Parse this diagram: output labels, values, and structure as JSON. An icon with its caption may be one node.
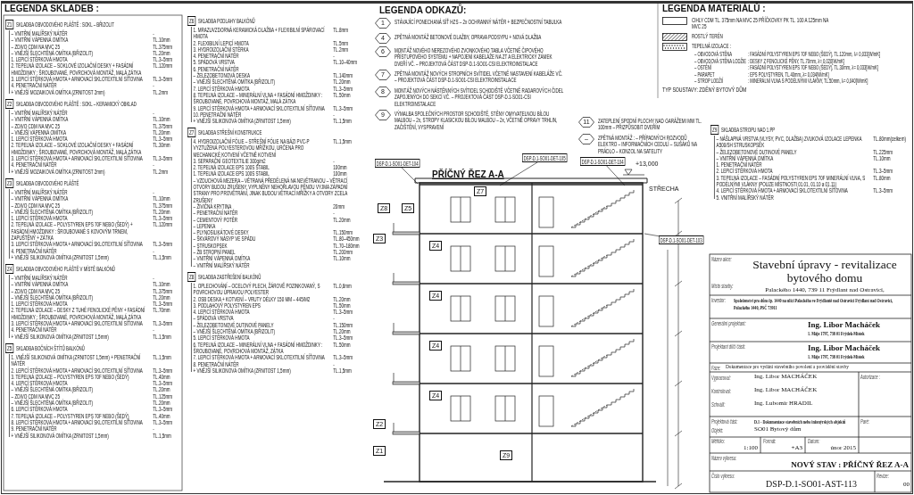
{
  "diagram": {
    "nodes": [
      {
        "text": [
          "Z1"
        ],
        "beside": [
          "SKLADBA OBVODOVÉHO PLÁŠTĚ : SOKL – BŘIZOLIT",
          "– VNITŘNÍ MALÍŘSKÝ NÁTĚR",
          "-",
          "– VNITŘNÍ VÁPENNÁ OMÍTKA",
          "TL.10mm",
          "– ZDIVO CDM NA MVC 25",
          "TL.375mm",
          "– VNĚJŠÍ ŠLECHTĚNÁ OMÍTKA (BŘIZOLIT)",
          "TL.20mm",
          "1. LEPICÍ STĚRKOVÁ HMOTA",
          "TL.3–5mm",
          "2. TEPELNÁ IZOLACE – SOKLOVÉ IZOLAČNÍ DESKY + FASÁDNÍ HMOŽDINKY : ŠROUBOVANÉ, POVRCHOVÁ MONTÁŽ, MALÁ ZÁTKA",
          "TL.120mm",
          "3. LEPICÍ STĚRKOVÁ HMOTA + ARMOVACÍ SKLOTEXTILNÍ SÍŤOVINA",
          "TL.3–5mm",
          "4. PENETRAČNÍ NÁTĚR",
          "-",
          "+ VNĚJŠÍ MOZAIKOVÁ OMÍTKA (ZRNITOST 2mm)",
          "TL.2mm"
        ]
      },
      {
        "text": [
          "Z2"
        ],
        "beside": [
          "SKLADBA OBVODOVÉHO PLÁŠTĚ : SOKL – KERAMICKÝ OBKLAD",
          "– VNITŘNÍ MALÍŘSKÝ NÁTĚR",
          "-",
          "– VNITŘNÍ VÁPENNÁ OMÍTKA",
          "TL.10mm",
          "– ZDIVO CDM NA MVC 25",
          "TL.375mm",
          "– VNĚJŠÍ VÁPENNÁ OMÍTKA",
          "TL.20mm",
          "1. LEPICÍ STĚRKOVÁ HMOTA",
          "TL.3–5mm",
          "2. TEPELNÁ IZOLACE – SOKLOVÉ IZOLAČNÍ DESKY + FASÁDNÍ HMOŽDINKY : ŠROUBOVANÉ, POVRCHOVÁ MONTÁŽ, MALÁ ZÁTKA",
          "TL.30mm",
          "3. LEPICÍ STĚRKOVÁ HMOTA + ARMOVACÍ SKLOTEXTILNÍ SÍŤOVINA",
          "TL.3–5mm",
          "4. PENETRAČNÍ NÁTĚR",
          "-",
          "+ VNĚJŠÍ MOZAIKOVÁ OMÍTKA (ZRNITOST 2mm)",
          "TL.2mm"
        ]
      },
      {
        "text": [
          "Z3"
        ],
        "beside": [
          "SKLADBA OBVODOVÉHO PLÁŠTĚ",
          "– VNITŘNÍ MALÍŘSKÝ NÁTĚR",
          "-",
          "– VNITŘNÍ VÁPENNÁ OMÍTKA",
          "TL.10mm",
          "– ZDIVO CDM NA MVC 25",
          "TL.375mm",
          "– VNĚJŠÍ ŠLECHTĚNÁ OMÍTKA (BŘIZOLIT)",
          "TL.20mm",
          "1. LEPICÍ STĚRKOVÁ HMOTA",
          "TL.3–5mm",
          "2. TEPELNÁ IZOLACE – POLYSTYREN EPS 70F NEBO (ŠEDÝ) + FASÁDNÍ HMOŽDINKY : ŠROUBOVANÉ S KOVOVÝM TRNEM, ZAPUŠTĚNÝ + ZÁTKA",
          "TL.120mm",
          "3. LEPICÍ STĚRKOVÁ HMOTA + ARMOVACÍ SKLOTEXTILNÍ SÍŤOVINA",
          "TL.3–5mm",
          "4. PENETRAČNÍ NÁTĚR",
          "-",
          "+ VNĚJŠÍ SILIKONOVÁ OMÍTKA (ZRNITOST 1,5mm)",
          "TL.1,5mm"
        ]
      },
      {
        "text": [
          "Z4"
        ],
        "beside": [
          "SKLADBA OBVODOVÉHO PLÁŠTĚ V MÍSTĚ BALKÓNŮ",
          "– VNITŘNÍ MALÍŘSKÝ NÁTĚR",
          "-",
          "– VNITŘNÍ VÁPENNÁ OMÍTKA",
          "TL.10mm",
          "– ZDIVO CDM NA MVC 25",
          "TL.375mm",
          "– VNĚJŠÍ ŠLECHTĚNÁ OMÍTKA (BŘIZOLIT)",
          "TL.20mm",
          "1. LEPICÍ STĚRKOVÁ HMOTA",
          "TL.3–5mm",
          "2. TEPELNÁ IZOLACE – DESKY Z TUHÉ FENOLICKÉ PĚNY + FASÁDNÍ HMOŽDINKY : ŠROUBOVANÉ, POVRCHOVÁ MONTÁŽ, MALÁ ZÁTKA",
          "TL.70mm",
          "3. LEPICÍ STĚRKOVÁ HMOTA + ARMOVACÍ SKLOTEXTILNÍ SÍŤOVINA",
          "TL.3–5mm",
          "4. PENETRAČNÍ NÁTĚR",
          "-",
          "+ VNĚJŠÍ SILIKONOVÁ OMÍTKA (ZRNITOST 1,5mm)",
          "TL.1,5mm"
        ]
      },
      {
        "text": [
          "Z5"
        ],
        "beside": [
          "SKLADBA BOČNÍCH ŠTÍTŮ BALKÓNŮ",
          "1. VNĚJŠÍ SILIKONOVÁ OMÍTKA (ZRNITOST 1,5mm) + PENETRAČNÍ NÁTĚR",
          "TL.1,5mm",
          "2. LEPICÍ STĚRKOVÁ HMOTA + ARMOVACÍ SKLOTEXTILNÍ SÍŤOVINA",
          "TL.3–5mm",
          "3. TEPELNÁ IZOLACE – POLYSTYREN EPS 70F NEBO (ŠEDÝ)",
          "TL.40mm",
          "4. LEPICÍ STĚRKOVÁ HMOTA",
          "TL.3–5mm",
          "– VNĚJŠÍ ŠLECHTĚNÁ OMÍTKA (BŘIZOLIT)",
          "TL.20mm",
          "– ZDIVO CDM NA MVC 25",
          "TL.125mm",
          "– VNĚJŠÍ ŠLECHTĚNÁ OMÍTKA (BŘIZOLIT)",
          "TL.20mm",
          "6. LEPICÍ STĚRKOVÁ HMOTA",
          "TL.3–5mm",
          "7. TEPELNÁ IZOLACE – POLYSTYREN EPS 70F NEBO (ŠEDÝ)",
          "TL.40mm",
          "8. LEPICÍ STĚRKOVÁ HMOTA + ARMOVACÍ SKLOTEXTILNÍ SÍŤOVINA",
          "TL.3–5mm",
          "9. PENETRAČNÍ NÁTĚR",
          "-",
          "+ VNĚJŠÍ SILIKONOVÁ OMÍTKA (ZRNITOST 1,5mm)",
          "TL.1,5mm"
        ]
      },
      {
        "text": [
          "Z6"
        ],
        "beside": [
          "SKLADBA PODLAHY BALKÓNŮ",
          "1. MRAZUVZDORNÁ KERAMICKÁ DLAŽBA + FLEXIBILNÍ SPÁROVACÍ HMOTA",
          "TL.8mm",
          "2. FLEXIBILNÍ LEPICÍ HMOTA",
          "TL.5mm",
          "3. HYDROIZOLAČNÍ STĚRKA",
          "TL.2mm",
          "4. PENETRAČNÍ NÁTĚR",
          "-",
          "5. SPÁDOVÁ VRSTVA",
          "TL.10–40mm",
          "6. PENETRAČNÍ NÁTĚR",
          "– ŽELEZOBETONOVÁ DESKA",
          "TL.140mm",
          "– VNĚJŠÍ ŠLECHTĚNÁ OMÍTKA (BŘIZOLIT)",
          "TL.20mm",
          "7. LEPICÍ STĚRKOVÁ HMOTA",
          "TL.3–5mm",
          "8. TEPELNÁ IZOLACE – MINERÁLNÍ VLNA + FASÁDNÍ HMOŽDINKY : ŠROUBOVANÉ, POVRCHOVÁ MONTÁŽ, MALÁ ZÁTKA",
          "TL.50mm",
          "9. LEPICÍ STĚRKOVÁ HMOTA + ARMOVACÍ SKLOTEXTILNÍ SÍŤOVINA",
          "TL.3–5mm",
          "10. PENETRAČNÍ NÁTĚR",
          "-",
          "+ VNĚJŠÍ SILIKONOVÁ OMÍTKA (ZRNITOST 1,5mm)",
          "TL.1,5mm"
        ]
      },
      {
        "text": [
          "Z7"
        ],
        "beside": [
          "SKLADBA STŘEŠNÍ KONSTRUKCE",
          "4. HYDROIZOLAČNÍ FÓLIE – STŘEŠNÍ FÓLIE NA BÁZI PVC-P VYZTUŽENÁ POLYESTEROVOU MŘÍŽKOU, URČENÁ PRO MECHANICKÉ KOTVENÍ VČETNĚ KOTVENÍ",
          "TL.1,5mm",
          "3. SEPARAČNÍ GEOTEXTILIE 300g/m2",
          "-",
          "2. TEPELNÁ IZOLACE EPS 100S STABIL",
          "100mm",
          "1. TEPELNÁ IZOLACE EPS 100S STABIL",
          "100mm",
          "– VZDUCHOVÁ MEZERA – VĚTRANÁ PŘEDĚLENÁ NA NEVĚTRANOU – VĚTRACÍ OTVORY BUDOU ZRUŠENY, VYPLNĚNY NEHOŘLAVOU PĚNOU VYJMA ZÁPADNÍ STRANY PRO PROVĚTRÁNÍ, JINAK BUDOU VĚTRACÍ MŘÍŽKY A OTVORY ZCELA ZRUŠENY",
          "– ŽIVIČNÁ KRYTINA",
          "20mm",
          "– PENETRAČNÍ NÁTĚR",
          "-",
          "– CEMENTOVÝ POTĚR",
          "TL.20mm",
          "– LEPENKA",
          "– PLYNOSILIKÁTOVÉ DESKY",
          "TL.150mm",
          "– ŠKVÁROVÝ NÁSYP VE SPÁDU",
          "TL.80–450mm",
          "– STRUSKOPSEK",
          "TL.70–180mm",
          "– ŽB STROPNÍ PANEL",
          "TL.200mm",
          "– VNITŘNÍ VÁPENNÁ OMÍTKA",
          "TL.10mm",
          "– VNITŘNÍ MALÍŘSKÝ NÁTĚR"
        ]
      },
      {
        "text": [
          "Z8"
        ],
        "beside": [
          "SKLADBA ZASTŘEŠENÍ BALKÓNŮ",
          "1. OPLECHOVÁNÍ – OCELOVÝ PLECH, ŽÁROVĚ POZINKOVANÝ, S POVRCHOVOU ÚPRAVOU POLYESTER",
          "TL.0,6mm",
          "2. OSB DESKA + KOTVENÍ – VRUTY DÉLKY 150 MM – 445/M2",
          "TL.20mm",
          "3. PODLAHOVÝ POLYSTYREN EPS",
          "TL.50mm",
          "4. LEPICÍ STĚRKOVÁ HMOTA",
          "TL.3–5mm",
          "– SPÁDOVÁ VRSTVA",
          "-",
          "– ŽELEZOBETONOVÉ DUTINOVÉ PANELY",
          "TL.150mm",
          "– VNĚJŠÍ ŠLECHTĚNÁ OMÍTKA (BŘIZOLIT)",
          "TL.20mm",
          "5. LEPICÍ STĚRKOVÁ HMOTA",
          "TL.3–5mm",
          "6. TEPELNÁ IZOLACE – MINERÁLNÍ VLNA + FASÁDNÍ HMOŽDINKY : ŠROUBOVANÉ, POVRCHOVÁ MONTÁŽ, ZÁTKA",
          "TL.50mm",
          "7. LEPICÍ STĚRKOVÁ HMOTA + ARMOVACÍ SKLOTEXTILNÍ SÍŤOVINA",
          "TL.3–5mm",
          "8. PENETRAČNÍ NÁTĚR",
          "-",
          "+ VNĚJŠÍ SILIKONOVÁ OMÍTKA (ZRNITOST 1,5mm)",
          "TL.1,5mm"
        ]
      },
      {
        "text": [
          "Z9"
        ],
        "beside": [
          "SKLADBA STROPU NAD 1.PP",
          "– NÁŠLAPNÁ VRSTVA (VLYSY, PVC, DLAŽBA) ZVUKOVÁ IZOLACE LEPENKA A500/SH STRUSKOPSEK",
          "TL.80mm(celkem)",
          "– ŽELEZOBETONOVÉ DUTINOVÉ PANELY",
          "TL.225mm",
          "– VNITŘNÍ VÁPENNÁ OMÍTKA",
          "TL.10mm",
          "1. PENETRAČNÍ NÁTĚR",
          "2. LEPICÍ STĚRKOVÁ HMOTA",
          "TL.3–5mm",
          "3. TEPELNÁ IZOLACE – FASÁDNÍ POLYSTYREN EPS 70F MINERÁLNÍ VLNA, S PODÉLNÝMI VLÁKNY (POUZE MÍSTNOSTI 01.01, 01.10 a 01.11)",
          "TL.80mm",
          "4. LEPICÍ STĚRKOVÁ HMOTA + ARMOVACÍ SKLOTEXTILNÍ SÍŤOVINA",
          "TL.3–5mm",
          "5. VNITŘNÍ MALÍŘSKÝ NÁTĚR"
        ]
      },
      {
        "text": [
          "1"
        ],
        "beside": [
          "STÁVAJÍCÍ PONECHANÁ SÍŤ HZS – 2x OCHRANNÝ NÁTĚR + BEZPEČNOSTNÍ TABULKA"
        ]
      },
      {
        "text": [
          "4"
        ],
        "beside": [
          "ZPĚTNÁ MONTÁŽ BETONOVÉ DLAŽBY, OPRAVA PODSYPU + NOVÁ DLAŽBA"
        ]
      },
      {
        "text": [
          "6"
        ],
        "beside": [
          "MONTÁŽ NOVÉHO NEREZOVÉHO ZVONKOVÉHO TABLA VČETNĚ ČIPOVÉHO PŘÍSTUPOVÉHO SYSTÉMU + NAPOJENÍ KABELÁŽE NA ZT A ELEKTRICKÝ ZÁMEK DVEŘÍ VČ. – PROJEKTOVÁ ČÁST DSP-D.1-SO01-CSI ELEKTROINSTALACE"
        ]
      },
      {
        "text": [
          "7"
        ],
        "beside": [
          "ZPĚTNÁ MONTÁŽ NOVÝCH STROPNÍCH SVÍTIDEL VČETNĚ NASTAVENÍ KABELÁŽE VČ. – PROJEKTOVÁ ČÁST DSP-D.1-SO01-CSI ELEKTROINSTALACE"
        ]
      },
      {
        "text": [
          "8"
        ],
        "beside": [
          "MONTÁŽ NOVÝCH NÁSTĚNNÝCH SVÍTIDEL SCHODIŠTĚ VČETNĚ RADAROVÝCH ČIDEL ZAPOJENÝCH DO SEKCÍ VČ. – PROJEKTOVÁ ČÁST DSP-D.1-SO01-CSI ELEKTROINSTALACE"
        ]
      },
      {
        "text": [
          "9"
        ],
        "beside": [
          "VÝMALBA SPOLEČNÝCH PROSTOR SCHODIŠTĚ, STĚNY OMYVATELNOU BÍLOU MALBOU – 2x, STROPY KLASICKOU BÍLOU MALBOU – 2x, VČETNĚ OPRAVY TRHLIN, ZAČIŠTĚNÍ, VYSPRAVENÍ"
        ]
      },
      {
        "text": [
          "11"
        ],
        "beside": [
          "ZATEPLENÍ SPODNÍ PLOCHY NAD GARÁŽEMI MW TL. 100mm – PŘIZPŮSOBIT DVEŘÍM"
        ]
      },
      {
        "text": [
          "–"
        ],
        "beside": [
          "ZPĚTNÁ MONTÁŽ : – PŘÍPADNÝCH ROZVODŮ ELEKTRO – INFORMAČNÍCH CEDULÍ – SUŠÁKŮ NA PRÁDLO – KONZOL NA SATELITY"
        ]
      },
      {
        "text": [
          "Z7"
        ]
      },
      {
        "text": [
          "Z8"
        ]
      },
      {
        "text": [
          "Z5"
        ]
      },
      {
        "text": [
          "Z3"
        ]
      },
      {
        "text": [
          "Z4"
        ]
      },
      {
        "text": [
          "Z4"
        ]
      },
      {
        "text": [
          "Z4"
        ]
      },
      {
        "text": [
          "Z4"
        ]
      },
      {
        "text": [
          "Z2"
        ]
      },
      {
        "text": [
          "Z1"
        ]
      },
      {
        "text": [
          "Z9"
        ]
      },
      {
        "text": [
          "DSP-D.1-SO01-DET-104"
        ]
      },
      {
        "text": [
          "DSP-D.1-SO01-DET-105"
        ]
      },
      {
        "text": [
          "DSP-D.1-SO01-DET-104"
        ]
      },
      {
        "text": [
          "DSP-D.1-SO01-DET-103"
        ]
      }
    ],
    "edges": [
      {
        "from": 28,
        "to": null,
        "arrow": "none"
      },
      {
        "from": 29,
        "to": null,
        "arrow": "none"
      },
      {
        "from": 30,
        "to": null,
        "arrow": "none"
      },
      {
        "from": 31,
        "to": null,
        "arrow": "none"
      }
    ],
    "labels": [
      "LEGENDA SKLADEB :",
      "LEGENDA ODKAZŮ:",
      "LEGENDA MATERIÁLŮ :",
      "– OBVODOVÁ STĚNA",
      ": FASÁDNÍ POLYSTYREN EPS 70F NEBO (ŠEDÝ), TL.120mm, λ= 0,033[W/mK]",
      "– OBVODOVÁ STĚNA LODŽIE",
      ": DESKY Z FENOLICKÉ PĚNY, TL.70mm, λ= 0,020[W/mK]",
      "– OSTĚNÍ",
      ": FASÁDNÍ POLYSTYREN EPS 70F NEBO (ŠEDÝ), TL.30mm, λ= 0,033[W/mK]",
      "– PARAPET",
      ": EPS POLYSTYREN, TL.40mm, λ= 0,034[W/mK]",
      "– STROP LODŽIÍ",
      ": MINERÁLNÍ VLNA S PODÉLNÝMI VLÁKNY, TL.50mm, λ= 0,040[W/mK]",
      "TYP SOUSTAVY: ZDĚNÝ BYTOVÝ DŮM",
      "PŘÍČNÝ ŘEZ A-A",
      "+13,000",
      "STŘECHA",
      "Název akce:",
      "Stavební úpravy - revitalizace bytového domu",
      "Místo stavby:",
      "Palackého 1440, 739 11 Frýdlant nad Ostravicí,",
      "Investor:",
      "Společenství pro dům čp. 1440 na ulici Palackého ve Frýdlantě nad Ostravicí Frýdlant nad Ostravicí, Palackého 1440, PSČ 73911",
      "Generální projektant:",
      "Ing. Libor Macháček",
      "1. Máje 1797, 738 01 Frýdek-Místek",
      "Projektant dílčí části:",
      "Ing. Libor Macháček",
      "1. Máje 1797, 738 01 Frýdek-Místek",
      "Fáze:",
      "Dokumentace pro vydání stavebního povolení a provádění stavby",
      "Vypracoval:",
      "Ing. Libor MACHÁČEK",
      "Autorizace :",
      "Kontroloval:",
      "Ing. Libor MACHÁČEK",
      "Schválil:",
      "Ing. Lubomír HRADIL",
      "Projektová část:",
      "D.1 - Dokumentace stavebních nebo inženýrských objektů",
      "Paré:",
      "Objekt:",
      "SO01 Bytový dům",
      "Měřítko:",
      "1:100",
      "Formát:",
      "+A3",
      "Datum:",
      "únor 2015",
      "Název výkresu:",
      "NOVÝ STAV : PŘÍČNÝ ŘEZ A-A",
      "Číslo výkresu:",
      "DSP-D.1-SO01-AST-113",
      "Revize:",
      "00"
    ],
    "legend": [
      {
        "text": "CIHLY CDM TL. 375mm NA MVC 25 PŘÍČKOVKY PK TL. 100 A 125mm NA MVC 25"
      },
      {
        "text": "ROSTLÝ TERÉN"
      },
      {
        "text": "TEPELNÁ IZOLACE :"
      }
    ]
  }
}
